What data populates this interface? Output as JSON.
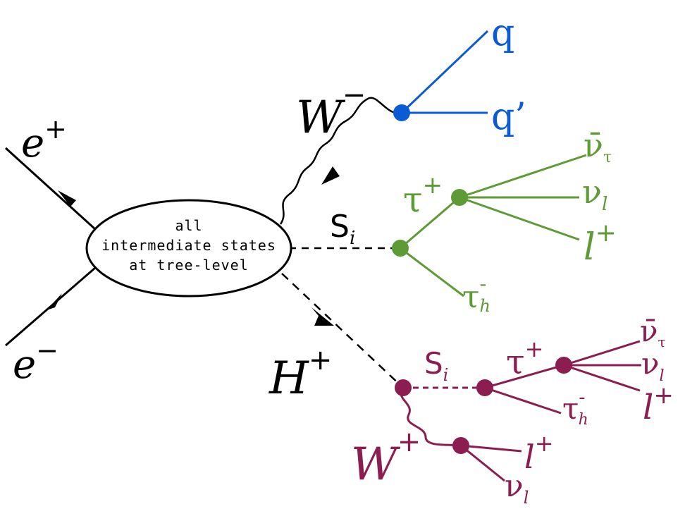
{
  "diagram": {
    "blob": {
      "line1": "all",
      "line2": "intermediate states",
      "line3": "at tree-level"
    },
    "incoming": {
      "positron": {
        "sym": "e",
        "sup": "+"
      },
      "electron": {
        "sym": "e",
        "sup": "−"
      }
    },
    "w_minus": {
      "sym": "W",
      "sup": "−",
      "q": "q",
      "q_prime": "q’"
    },
    "s_upper": {
      "sym": "S",
      "sub": "i",
      "tau_plus": {
        "sym": "τ",
        "sup": "+"
      },
      "tau_h": {
        "sym": "τ",
        "sup": "-",
        "sub": "h"
      },
      "nubar_tau": {
        "sym": "ν̄",
        "sub": "τ"
      },
      "nu_l": {
        "sym": "ν",
        "sub": "l"
      },
      "lepton": {
        "sym": "l",
        "sup": "+"
      }
    },
    "h_plus": {
      "sym": "H",
      "sup": "+",
      "s": {
        "sym": "S",
        "sub": "i"
      },
      "tau_plus": {
        "sym": "τ",
        "sup": "+"
      },
      "tau_h": {
        "sym": "τ",
        "sup": "-",
        "sub": "h"
      },
      "nubar_tau": {
        "sym": "ν̄",
        "sub": "τ"
      },
      "nu_l": {
        "sym": "ν",
        "sub": "l"
      },
      "lepton": {
        "sym": "l",
        "sup": "+"
      },
      "w_plus": {
        "sym": "W",
        "sup": "+",
        "lepton": {
          "sym": "l",
          "sup": "+"
        },
        "nu_l": {
          "sym": "ν",
          "sub": "l"
        }
      }
    },
    "colors": {
      "black": "#000000",
      "blue": "#0b5bd3",
      "green": "#5e9a35",
      "maroon": "#8c1d50"
    }
  }
}
